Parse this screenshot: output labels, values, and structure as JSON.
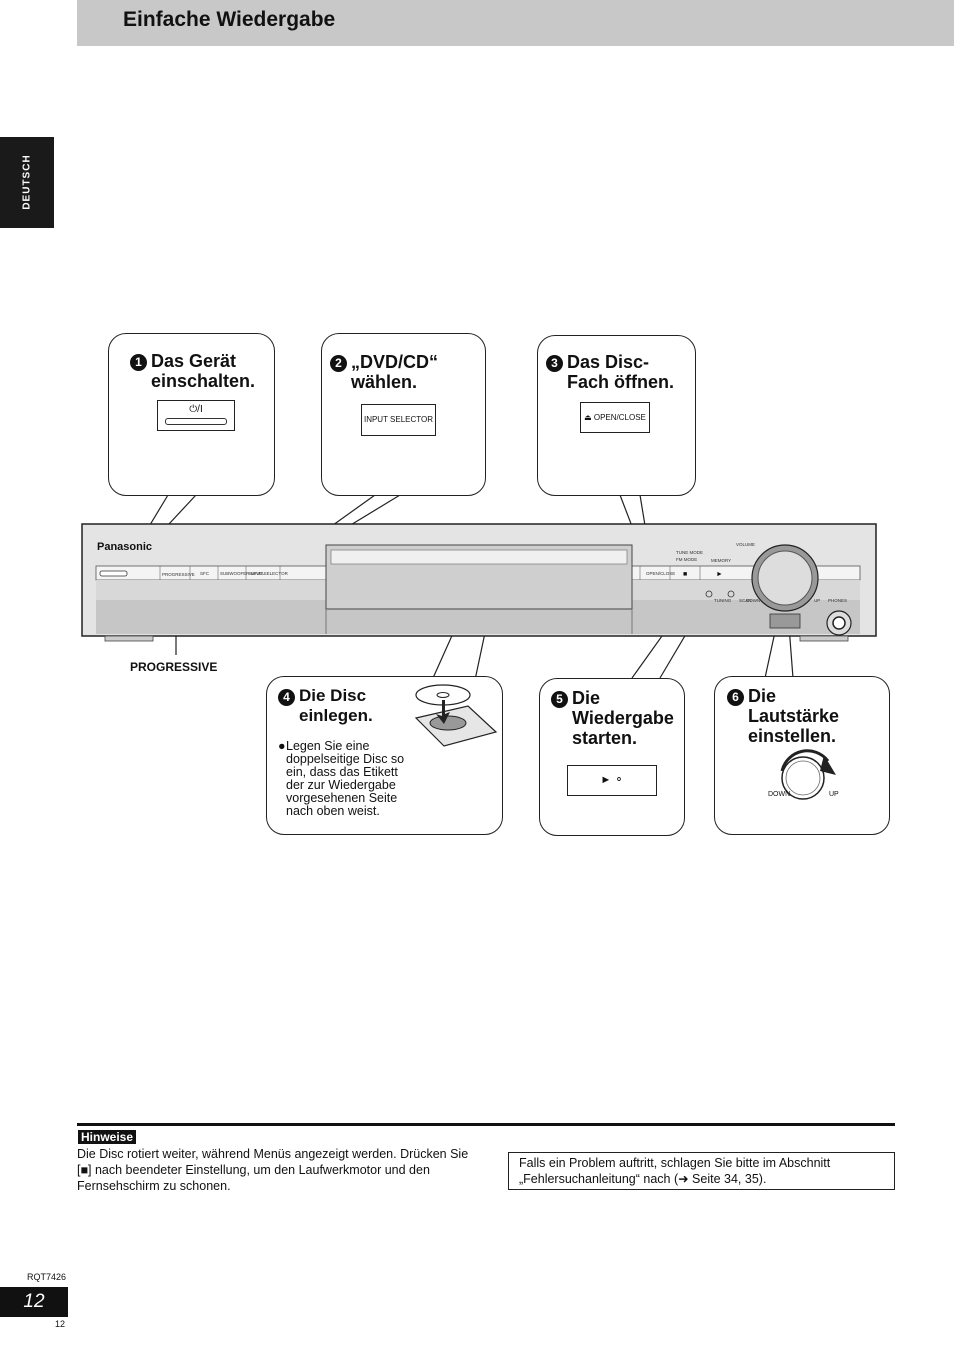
{
  "header": {
    "title": "Einfache Wiedergabe",
    "language_tab": "DEUTSCH"
  },
  "steps": [
    {
      "num": "1",
      "title": "Das Gerät einschalten.",
      "button": "⏻/I"
    },
    {
      "num": "2",
      "title": "„DVD/CD“ wählen.",
      "button": "INPUT SELECTOR"
    },
    {
      "num": "3",
      "title": "Das Disc-Fach öffnen.",
      "button": "⏏ OPEN/CLOSE"
    },
    {
      "num": "4",
      "title": "Die Disc einlegen.",
      "note": "Legen Sie eine doppelseitige Disc so ein, dass das Etikett der zur Wiedergabe vorgesehenen Seite nach oben weist."
    },
    {
      "num": "5",
      "title": "Die Wiedergabe starten.",
      "button": "► ⚬"
    },
    {
      "num": "6",
      "title": "Die Lautstärke einstellen.",
      "down": "DOWN",
      "up": "UP"
    }
  ],
  "device": {
    "brand": "Panasonic",
    "progressive_label": "PROGRESSIVE",
    "buttons": [
      "PROGRESSIVE",
      "SFC",
      "SUBWOOFER LEVEL",
      "INPUT SELECTOR",
      "OPEN/CLOSE",
      "MEMORY",
      "TUNE MODE",
      "FM MODE",
      "TUNING",
      "SCAN",
      "DOWN",
      "UP",
      "VOLUME",
      "PHONES"
    ]
  },
  "notes": {
    "label": "Hinweise",
    "text": "Die Disc rotiert weiter, während Menüs angezeigt werden. Drücken Sie [■] nach beendeter Einstellung, um den Laufwerkmotor und den Fernsehschirm zu schonen.",
    "info": "Falls ein Problem auftritt, schlagen Sie bitte im Abschnitt „Fehlersuchanleitung“ nach (➜ Seite 34, 35)."
  },
  "footer": {
    "doc_code": "RQT7426",
    "page_number": "12",
    "page_number_small": "12"
  }
}
